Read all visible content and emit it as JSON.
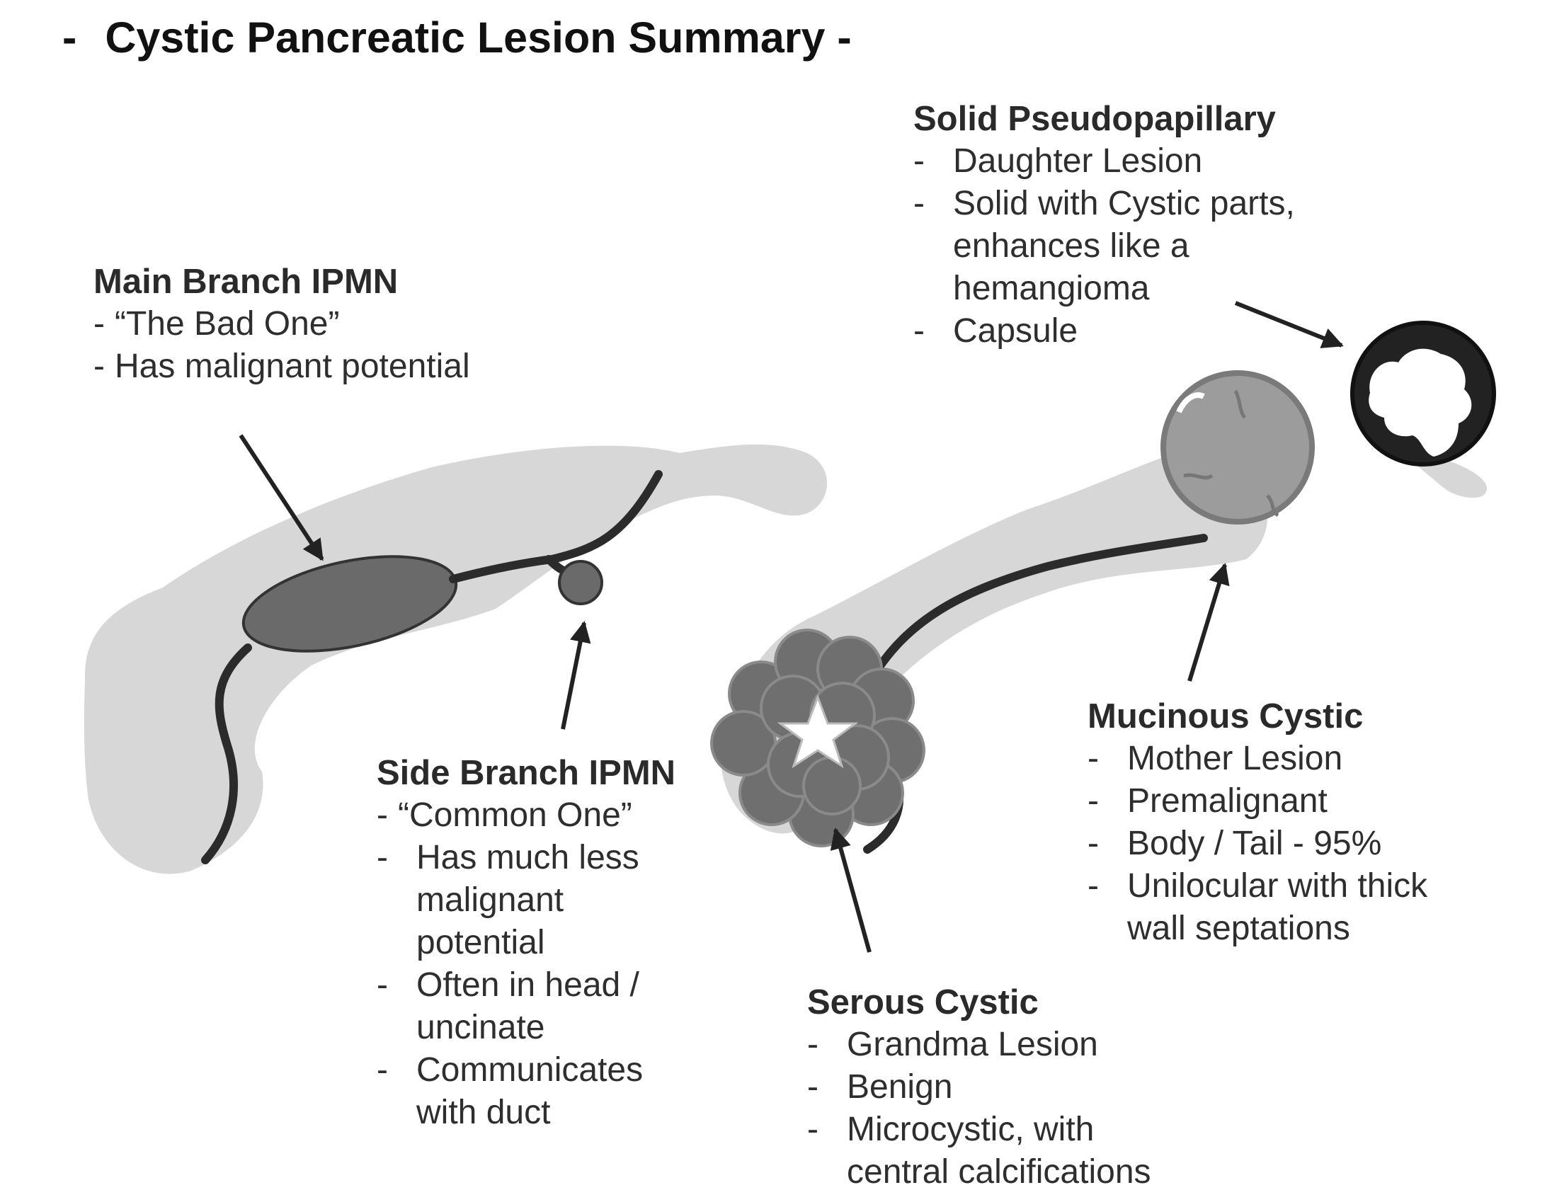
{
  "title": {
    "dash": "-",
    "text": "Cystic Pancreatic Lesion Summary -"
  },
  "colors": {
    "parenchyma": "#d7d7d7",
    "duct": "#2b2b2b",
    "cyst_dark": "#6a6a6a",
    "serous_lobules": "#6f6f6f",
    "mucinous_fill": "#9c9c9c",
    "spn_dark": "#222222",
    "arrow": "#222222"
  },
  "blocks": {
    "main_branch": {
      "heading": "Main Branch IPMN",
      "items": [
        {
          "bullet": "-",
          "text": "“The Bad One”"
        },
        {
          "bullet": "-",
          "text": "Has malignant potential"
        }
      ]
    },
    "solid_pseudo": {
      "heading": "Solid Pseudopapillary",
      "items": [
        {
          "bullet": "-",
          "text": "Daughter Lesion"
        },
        {
          "bullet": "-",
          "text": "Solid with Cystic parts, enhances like a hemangioma"
        },
        {
          "bullet": "-",
          "text": "Capsule"
        }
      ]
    },
    "side_branch": {
      "heading": "Side Branch IPMN",
      "first": {
        "bullet": "-",
        "text": "“Common One”"
      },
      "items": [
        {
          "bullet": "-",
          "text": "Has much less malignant potential"
        },
        {
          "bullet": "-",
          "text": "Often in head / uncinate"
        },
        {
          "bullet": "-",
          "text": "Communicates with duct"
        }
      ]
    },
    "mucinous": {
      "heading": "Mucinous Cystic",
      "items": [
        {
          "bullet": "-",
          "text": "Mother Lesion"
        },
        {
          "bullet": "-",
          "text": "Premalignant"
        },
        {
          "bullet": "-",
          "text": "Body / Tail - 95%"
        },
        {
          "bullet": "-",
          "text": "Unilocular with thick wall septations"
        }
      ]
    },
    "serous": {
      "heading": "Serous Cystic",
      "items": [
        {
          "bullet": "-",
          "text": "Grandma Lesion"
        },
        {
          "bullet": "-",
          "text": "Benign"
        },
        {
          "bullet": "-",
          "text": "Microcystic, with central calcifications"
        }
      ]
    }
  }
}
